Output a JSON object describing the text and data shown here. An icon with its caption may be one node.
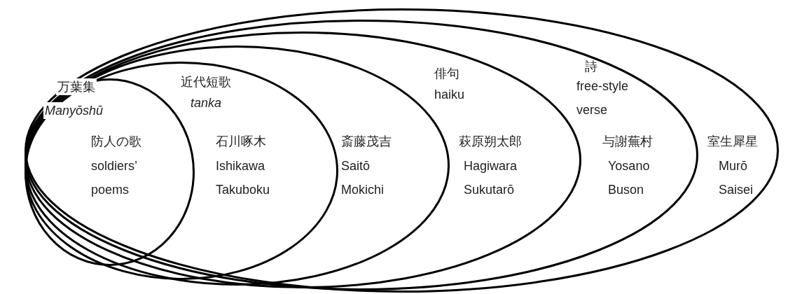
{
  "diagram": {
    "nodes": [
      {
        "text": [
          "室生犀星",
          "Murō Saisei"
        ]
      },
      {
        "text": [
          "詩",
          "free-style verse",
          "与謝蕪村",
          "Yosano Buson"
        ],
        "in": 0
      },
      {
        "text": [
          "俳句",
          "haiku",
          "萩原朔太郎",
          "Hagiwara Sukutarō"
        ],
        "in": 1
      },
      {
        "text": [
          "斎藤茂吉",
          "Saitō Mokichi"
        ],
        "in": 2
      },
      {
        "text": [
          "近代短歌",
          "tanka",
          "石川啄木",
          "Ishikawa Takuboku"
        ],
        "in": 3
      },
      {
        "text": [
          "万葉集",
          "Manyōshū",
          "防人の歌",
          "soldiers’ poems"
        ],
        "in": 4
      }
    ]
  }
}
